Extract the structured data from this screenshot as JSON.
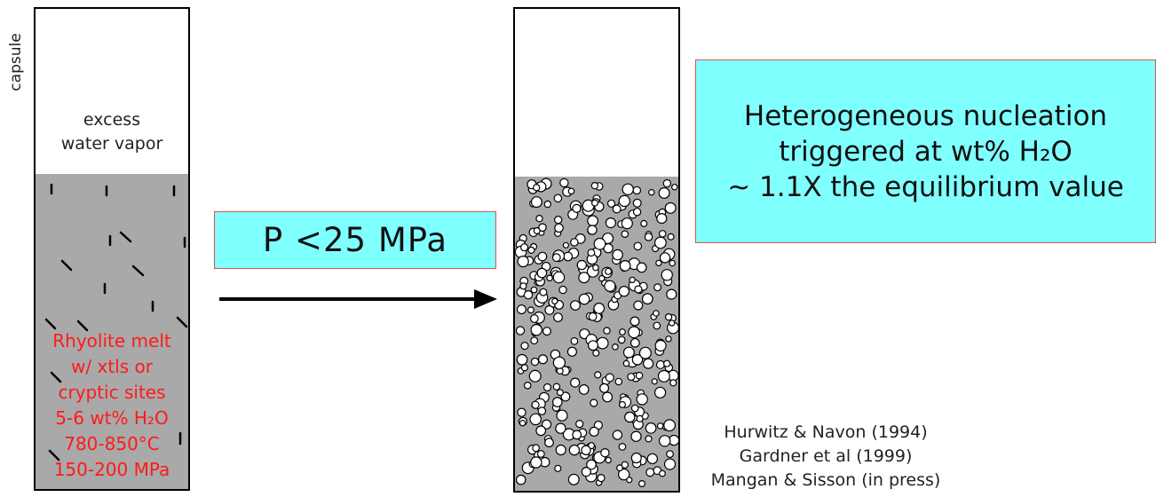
{
  "capsule_label": "capsule",
  "left_capsule": {
    "vapor_lines": [
      "excess",
      "water vapor"
    ],
    "melt_lines": [
      "Rhyolite melt",
      "w/ xtls  or",
      "cryptic sites",
      "5-6 wt% H₂O",
      "780-850°C",
      "150-200 MPa"
    ]
  },
  "pressure_label": "P <25 MPa",
  "nucleation_lines": [
    "Heterogeneous nucleation",
    "triggered at wt% H₂O",
    "~ 1.1X the equilibrium value"
  ],
  "references": [
    "Hurwitz & Navon (1994)",
    "Gardner et al (1999)",
    "Mangan & Sisson (in press)"
  ],
  "colors": {
    "melt_gray": "#a9a9a9",
    "box_fill": "#80ffff",
    "box_border": "#e0504f",
    "melt_text": "#ff1a1a"
  }
}
